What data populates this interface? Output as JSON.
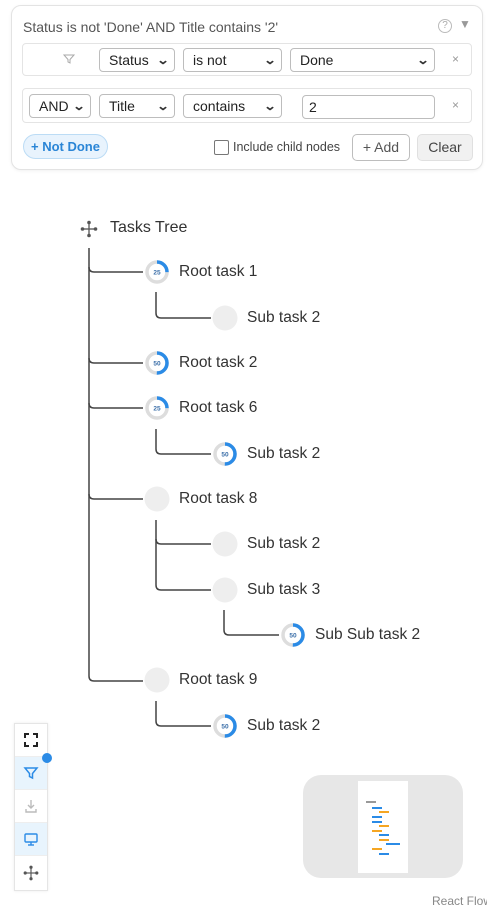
{
  "filter": {
    "summary": "Status is not 'Done' AND Title contains '2'",
    "help_glyph": "?",
    "collapse_glyph": "▼",
    "rows": [
      {
        "field": "Status",
        "operator": "is not",
        "value": "Done"
      },
      {
        "conjunction": "AND",
        "field": "Title",
        "operator": "contains",
        "value": "2"
      }
    ],
    "remove_glyph": "×",
    "chip_label": "+ Not Done",
    "include_child_label": "Include child nodes",
    "add_label": "+ Add",
    "clear_label": "Clear"
  },
  "tree": {
    "root_label": "Tasks Tree",
    "nodes": [
      {
        "label": "Root task 1",
        "progress": 25
      },
      {
        "label": "Sub task 2",
        "progress": 0
      },
      {
        "label": "Root task 2",
        "progress": 50
      },
      {
        "label": "Root task 6",
        "progress": 25
      },
      {
        "label": "Sub task 2",
        "progress": 50
      },
      {
        "label": "Root task 8",
        "progress": 0
      },
      {
        "label": "Sub task 2",
        "progress": 0
      },
      {
        "label": "Sub task 3",
        "progress": 0
      },
      {
        "label": "Sub Sub task 2",
        "progress": 50
      },
      {
        "label": "Root task 9",
        "progress": 0
      },
      {
        "label": "Sub task 2",
        "progress": 50
      }
    ]
  },
  "controls": {
    "items": [
      "fit-view",
      "filter",
      "download",
      "display",
      "tree"
    ],
    "filter_active": true
  },
  "attribution": "React Flow",
  "colors": {
    "accent": "#2b8be6",
    "ring_track": "#dddddd",
    "empty_node": "#eeeeee",
    "chip_bg": "#e8f3fd"
  }
}
